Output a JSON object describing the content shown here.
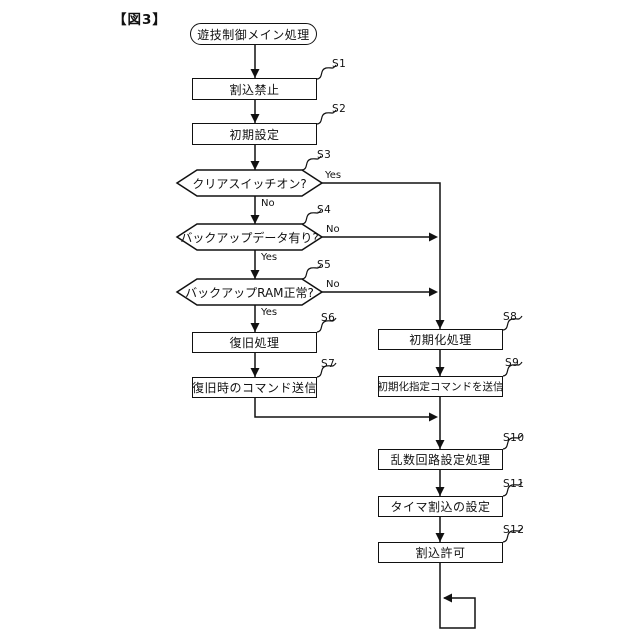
{
  "figure_title": "【図3】",
  "terminal": {
    "start_label": "遊技制御メイン処理"
  },
  "steps": {
    "s1": {
      "id": "S1",
      "label": "割込禁止"
    },
    "s2": {
      "id": "S2",
      "label": "初期設定"
    },
    "s3": {
      "id": "S3",
      "label": "クリアスイッチオン?",
      "branch_right": "Yes",
      "branch_down": "No"
    },
    "s4": {
      "id": "S4",
      "label": "バックアップデータ有り?",
      "branch_right": "No",
      "branch_down": "Yes"
    },
    "s5": {
      "id": "S5",
      "label": "バックアップRAM正常?",
      "branch_right": "No",
      "branch_down": "Yes"
    },
    "s6": {
      "id": "S6",
      "label": "復旧処理"
    },
    "s7": {
      "id": "S7",
      "label": "復旧時のコマンド送信"
    },
    "s8": {
      "id": "S8",
      "label": "初期化処理"
    },
    "s9": {
      "id": "S9",
      "label": "初期化指定コマンドを送信"
    },
    "s10": {
      "id": "S10",
      "label": "乱数回路設定処理"
    },
    "s11": {
      "id": "S11",
      "label": "タイマ割込の設定"
    },
    "s12": {
      "id": "S12",
      "label": "割込許可"
    }
  },
  "colors": {
    "ink": "#111111",
    "background": "#ffffff"
  }
}
